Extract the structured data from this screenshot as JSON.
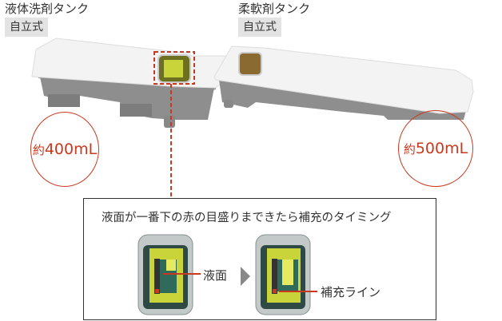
{
  "tanks": [
    {
      "title": "液体洗剤タンク",
      "badge": "自立式",
      "capacity_prefix": "約",
      "capacity": "400mL"
    },
    {
      "title": "柔軟剤タンク",
      "badge": "自立式",
      "capacity_prefix": "約",
      "capacity": "500mL"
    }
  ],
  "info": {
    "title": "液面が一番下の赤の目盛りまできたら補充のタイミング",
    "label_level": "液面",
    "label_refill": "補充ライン"
  },
  "colors": {
    "accent": "#c8391f",
    "liquid": "#c9d43a"
  }
}
